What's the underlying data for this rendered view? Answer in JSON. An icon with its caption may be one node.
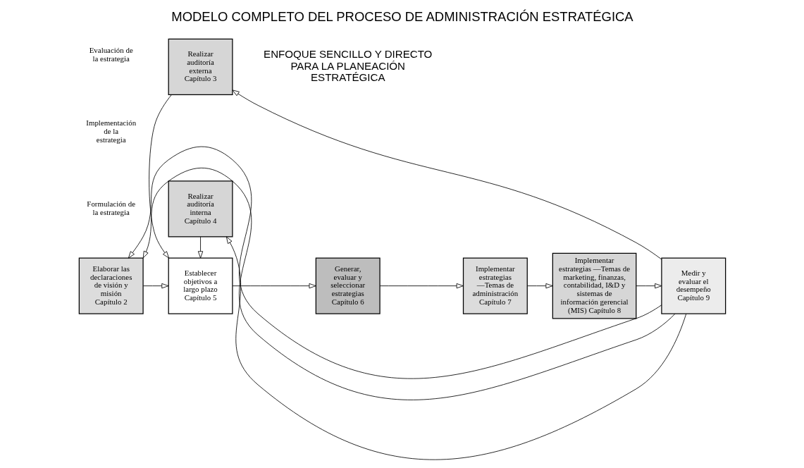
{
  "diagram": {
    "title": "MODELO COMPLETO DEL PROCESO DE ADMINISTRACIÓN ESTRATÉGICA",
    "nodes": [
      {
        "text": [
          "Realizar auditoría externa Capítulo 3"
        ]
      },
      {
        "text": [
          "Elaborar las declaraciones de visión y misión Capítulo 2"
        ]
      },
      {
        "text": [
          "Establecer objetivos a largo plazo Capítulo 5"
        ]
      },
      {
        "text": [
          "Generar, evaluar y seleccionar estrategias Capítulo 6"
        ]
      },
      {
        "text": [
          "Realizar auditoría interna Capítulo 4"
        ]
      },
      {
        "text": [
          "Implementar estrategias —Temas de administración Capítulo 7"
        ]
      },
      {
        "text": [
          "Implementar estrategias —Temas de marketing, finanzas, contabilidad, I&D y sistemas de información gerencial (MIS) Capítulo 8"
        ]
      },
      {
        "text": [
          "Medir y evaluar el desempeño Capítulo 9"
        ]
      }
    ],
    "edges": [
      {
        "from": 1,
        "to": 2,
        "arrow": "to"
      },
      {
        "from": 0,
        "to": 2,
        "arrow": "to"
      },
      {
        "from": 4,
        "to": 2,
        "arrow": "to"
      },
      {
        "from": 2,
        "to": 3,
        "arrow": "to"
      },
      {
        "from": 3,
        "to": 5,
        "arrow": "to"
      },
      {
        "from": 5,
        "to": 6,
        "arrow": "to"
      },
      {
        "from": 6,
        "to": 7,
        "arrow": "to"
      },
      {
        "from": 7,
        "to": 1,
        "arrow": "to"
      },
      {
        "from": 7,
        "to": 0,
        "arrow": "to"
      },
      {
        "from": 7,
        "to": 1,
        "arrow": "to"
      },
      {
        "from": 7,
        "to": 4,
        "arrow": "to"
      }
    ],
    "labels": [
      "ENFOQUE SENCILLO Y DIRECTO PARA LA PLANEACIÓN ESTRATÉGICA",
      "Formulación de la estrategia",
      "Implementación de la estrategia",
      "Evaluación de la estrategia"
    ]
  }
}
